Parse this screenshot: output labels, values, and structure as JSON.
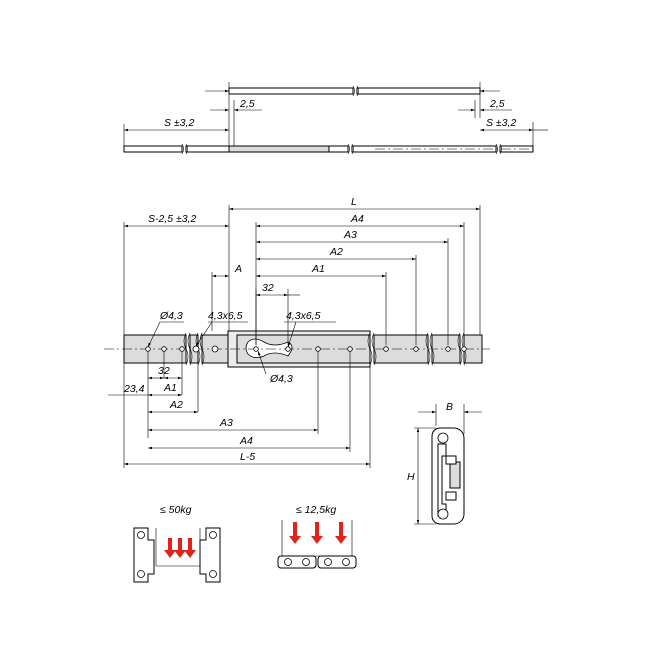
{
  "top_view": {
    "dim_offset_left": "2,5",
    "dim_stroke_left": "S ±3,2",
    "dim_offset_right": "2,5",
    "dim_stroke_right": "S ±3,2"
  },
  "main_view": {
    "dim_L": "L",
    "dim_A4_top": "A4",
    "dim_A3_top": "A3",
    "dim_A2_top": "A2",
    "dim_A1_top": "A1",
    "dim_A": "A",
    "dim_S_minus": "S-2,5 ±3,2",
    "dim_32_top": "32",
    "hole_dia_left": "Ø4,3",
    "slot_left": "4,3x6,5",
    "slot_right": "4,3x6,5",
    "hole_dia_bottom": "Ø4,3",
    "dim_23_4": "23,4",
    "dim_32_bottom": "32",
    "dim_A1_bottom": "A1",
    "dim_A2_bottom": "A2",
    "dim_A3_bottom": "A3",
    "dim_A4_bottom": "A4",
    "dim_L_minus_5": "L-5"
  },
  "section_view": {
    "dim_B": "B",
    "dim_H": "H"
  },
  "load_icons": {
    "side_load_label": "≤ 50kg",
    "flat_load_label": "≤ 12,5kg"
  },
  "colors": {
    "arrow": "#e2231a",
    "rail_fill": "#dcdcdc"
  }
}
